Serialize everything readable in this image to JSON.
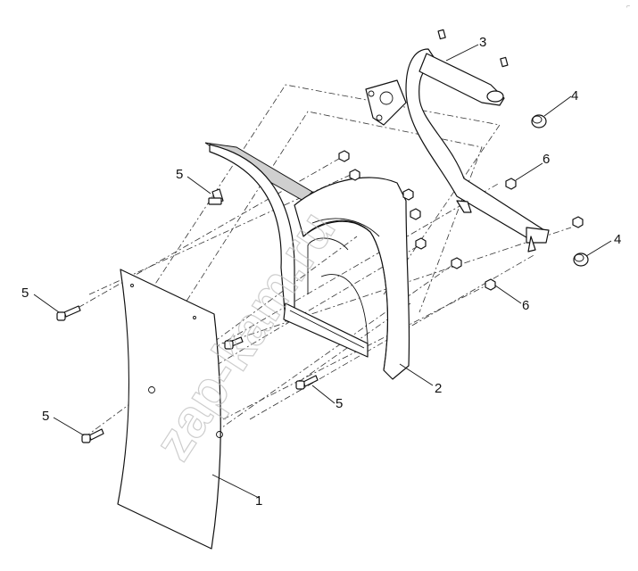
{
  "diagram": {
    "callouts": [
      {
        "id": "c1",
        "text": "1"
      },
      {
        "id": "c2",
        "text": "2"
      },
      {
        "id": "c3",
        "text": "3"
      },
      {
        "id": "c4a",
        "text": "4"
      },
      {
        "id": "c4b",
        "text": "4"
      },
      {
        "id": "c5a",
        "text": "5"
      },
      {
        "id": "c5b",
        "text": "5"
      },
      {
        "id": "c5c",
        "text": "5"
      },
      {
        "id": "c5d",
        "text": "5"
      },
      {
        "id": "c6a",
        "text": "6"
      },
      {
        "id": "c6b",
        "text": "6"
      }
    ],
    "watermark": "zap-kam.ru",
    "corner_mark": "⌐"
  }
}
